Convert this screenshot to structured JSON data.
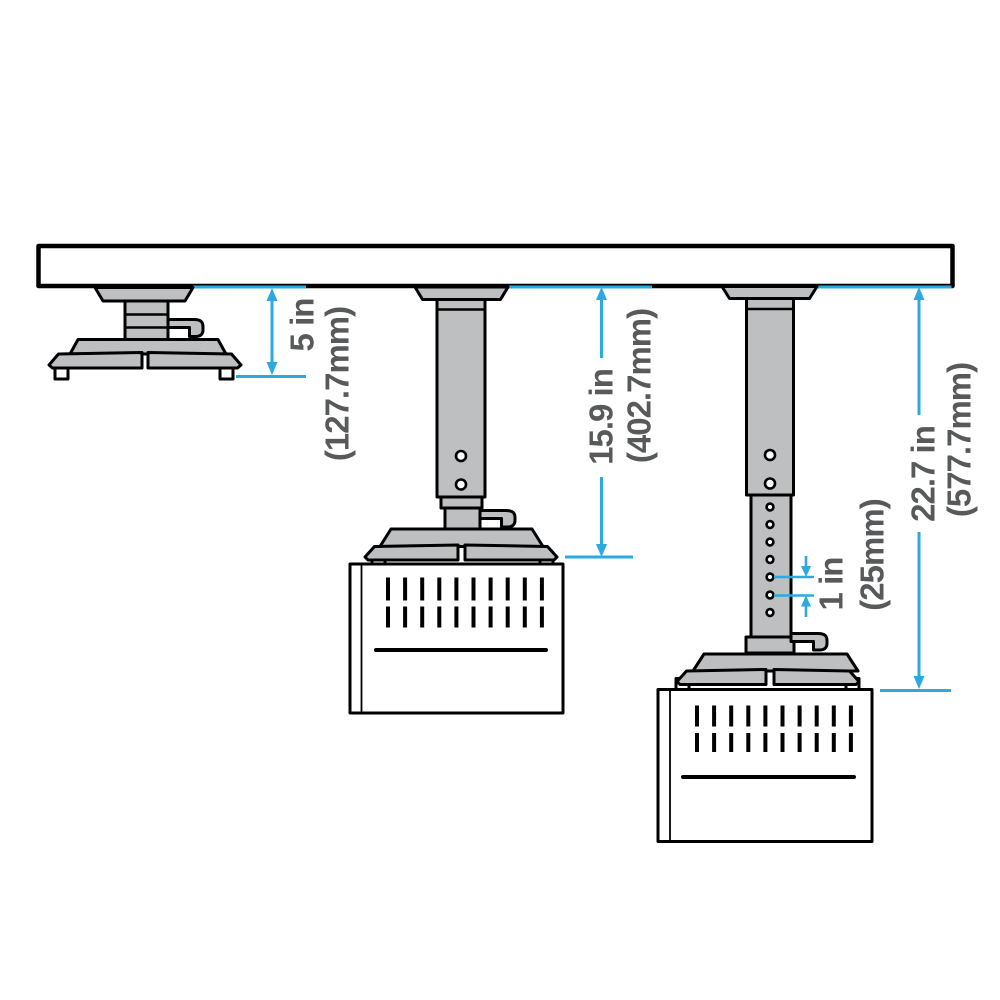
{
  "diagram": {
    "dimension_labels": {
      "retracted": {
        "inches": "5 in",
        "metric": "(127.7mm)"
      },
      "mid_extended": {
        "inches": "15.9 in",
        "metric": "(402.7mm)"
      },
      "fully_extended": {
        "inches": "22.7 in",
        "metric": "(577.7mm)"
      },
      "hole_pitch": {
        "inches": "1 in",
        "metric": "(25mm)"
      }
    },
    "colors": {
      "dimension_line": "#2BA9E0",
      "label_text": "#58595B",
      "part_fill": "#BDBFC1",
      "outline": "#000000",
      "background": "#FFFFFF"
    }
  }
}
